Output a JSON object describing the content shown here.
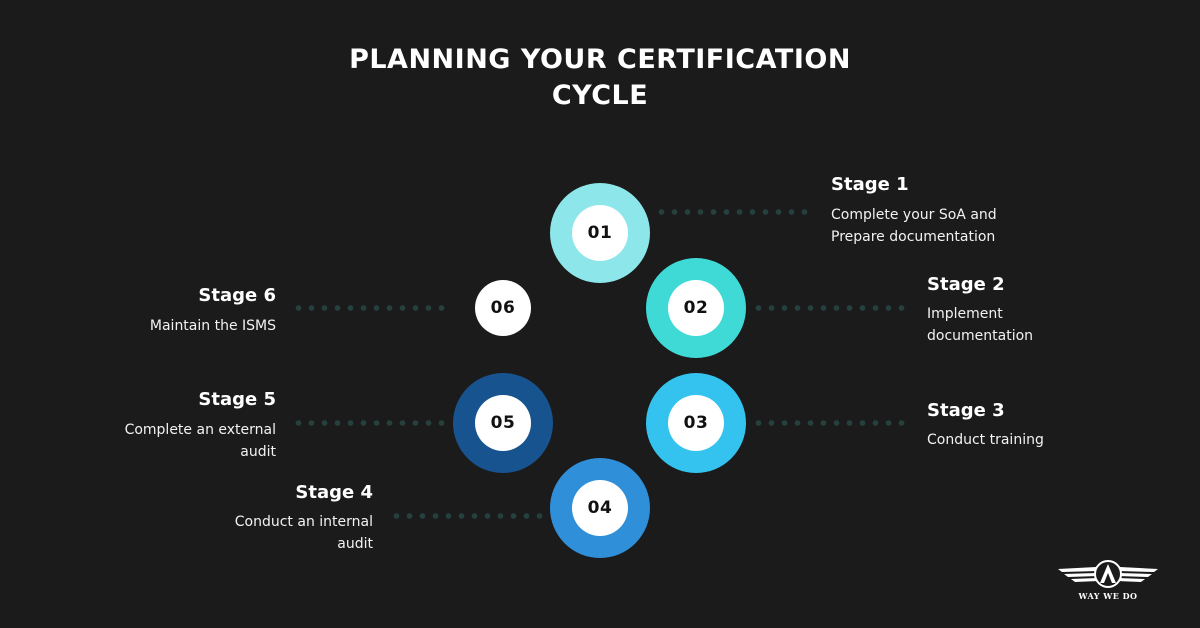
{
  "title": {
    "line1": "PLANNING YOUR CERTIFICATION",
    "line2": "CYCLE"
  },
  "stages": [
    {
      "number": "01",
      "label": "Stage 1",
      "desc_line1": "Complete your SoA and",
      "desc_line2": "Prepare documentation",
      "color": "#8de6e9"
    },
    {
      "number": "02",
      "label": "Stage 2",
      "desc_line1": "Implement",
      "desc_line2": "documentation",
      "color": "#3fd9d6"
    },
    {
      "number": "03",
      "label": "Stage 3",
      "desc_line1": "Conduct training",
      "desc_line2": "",
      "color": "#34c3ee"
    },
    {
      "number": "04",
      "label": "Stage 4",
      "desc_line1": "Conduct an internal",
      "desc_line2": "audit",
      "color": "#2f8fd8"
    },
    {
      "number": "05",
      "label": "Stage 5",
      "desc_line1": "Complete an external",
      "desc_line2": "audit",
      "color": "#17538e"
    },
    {
      "number": "06",
      "label": "Stage 6",
      "desc_line1": "Maintain the ISMS",
      "desc_line2": "",
      "color": "#1b1b1b"
    }
  ],
  "logo": {
    "text": "WAY WE DO",
    "icon": "winged-a-logo-icon"
  },
  "colors": {
    "background": "#1b1b1b",
    "connector": "#25403d",
    "text": "#ffffff"
  }
}
